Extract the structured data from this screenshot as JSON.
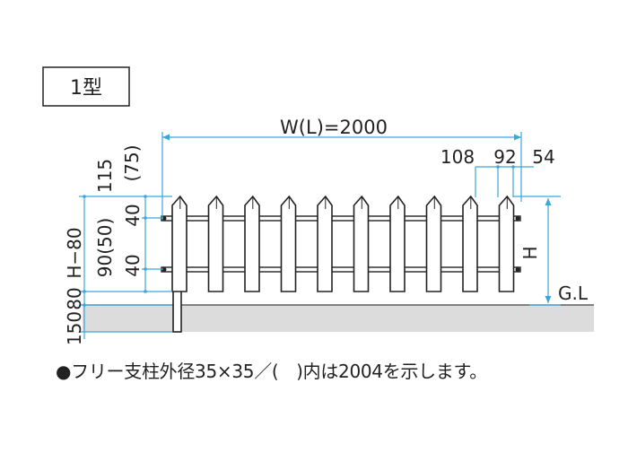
{
  "type_label": "1型",
  "dimensions": {
    "width": "W(L)=2000",
    "d108": "108",
    "d92": "92",
    "d54": "54",
    "d115": "115",
    "d75": "(75)",
    "d40_top": "40",
    "h_minus": "H−80",
    "d90": "90(50)",
    "d40_bottom": "40",
    "d80": "80",
    "d150": "150",
    "h": "H",
    "gl": "G.L"
  },
  "note": "●フリー支柱外径35×35／(　)内は2004を示します。",
  "colors": {
    "dimension_line": "#3aa7d9",
    "ground": "#dcdcdc",
    "stroke": "#222222"
  }
}
